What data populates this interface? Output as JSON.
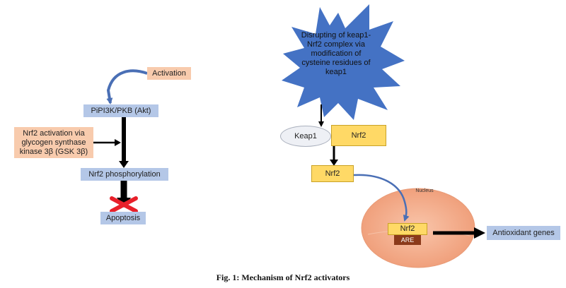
{
  "labels": {
    "activation": "Activation",
    "akt": "PiPI3K/PKB (Akt)",
    "gsk": "Nrf2 activation via glycogen synthase kinase 3β (GSK 3β)",
    "phosphorylation": "Nrf2 phosphorylation",
    "apoptosis": "Apoptosis",
    "burst": "Disrupting of keap1-Nrf2 complex via modification of cysteine residues of keap1",
    "keap1": "Keap1",
    "nrf2_complex": "Nrf2",
    "nrf2_free": "Nrf2",
    "nucleus": "Nucleus",
    "nrf2_nucleus": "Nrf2",
    "are": "ARE",
    "antioxidant": "Antioxidant genes"
  },
  "caption": "Fig. 1: Mechanism of Nrf2 activators",
  "colors": {
    "blue_box": "#b4c7e7",
    "peach_box": "#f8cbad",
    "yellow_box": "#ffd966",
    "burst": "#4472c4",
    "nucleus": "#f4a886",
    "are": "#8b3a1a",
    "block_cross": "#e8202a"
  },
  "icons": {
    "block": "red-cross-icon",
    "burst": "starburst-shape"
  }
}
